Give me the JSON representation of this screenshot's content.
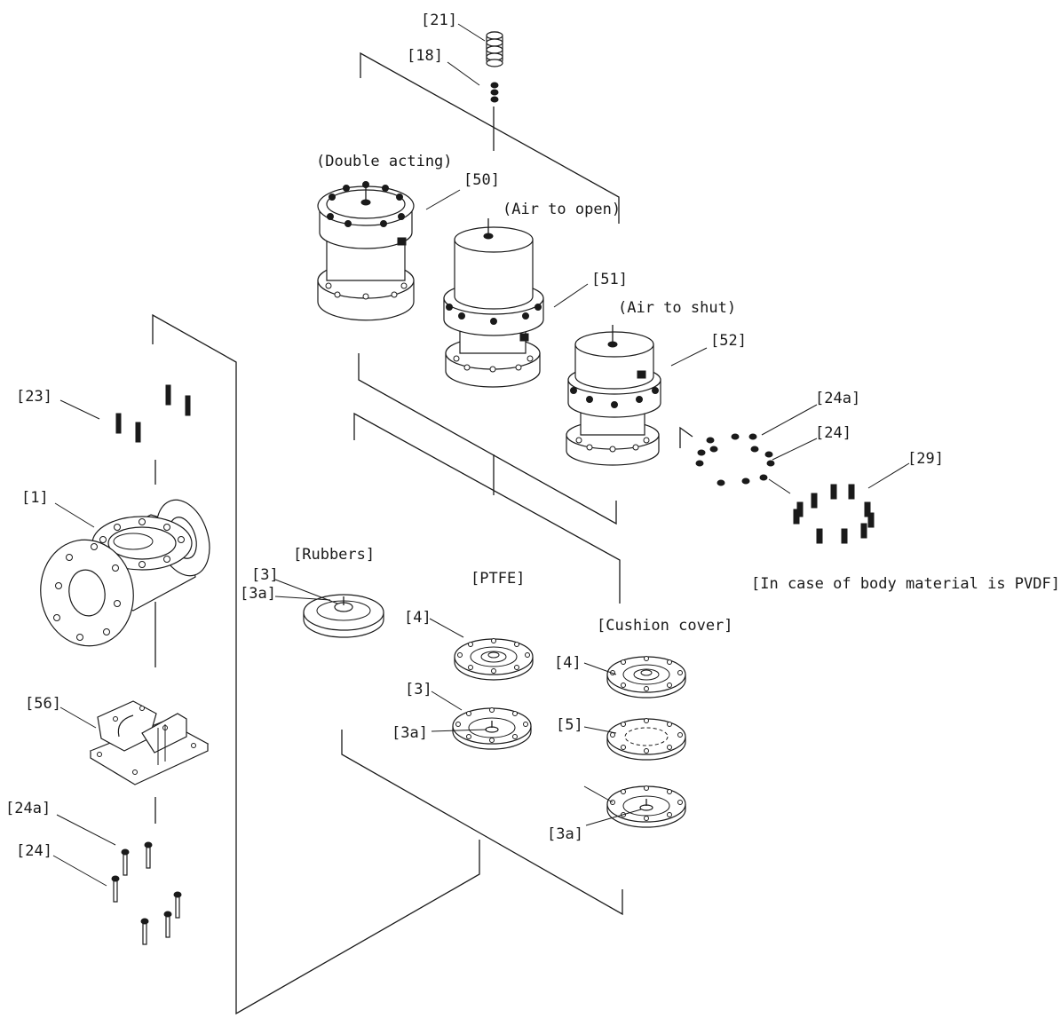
{
  "labels": {
    "p21": "[21]",
    "p18": "[18]",
    "double_acting": "(Double acting)",
    "p50": "[50]",
    "air_to_open": "(Air to open)",
    "p51": "[51]",
    "air_to_shut": "(Air to shut)",
    "p52": "[52]",
    "p23": "[23]",
    "p1": "[1]",
    "p56": "[56]",
    "p24a_left": "[24a]",
    "p24_left": "[24]",
    "rubbers": "[Rubbers]",
    "p3_rubbers": "[3]",
    "p3a_rubbers": "[3a]",
    "ptfe": "[PTFE]",
    "p4_ptfe": "[4]",
    "p3_ptfe": "[3]",
    "p3a_ptfe": "[3a]",
    "cushion_cover": "[Cushion cover]",
    "p4_cushion": "[4]",
    "p5_cushion": "[5]",
    "p3a_cushion": "[3a]",
    "p24a_right": "[24a]",
    "p24_right": "[24]",
    "p29": "[29]",
    "pvdf_note": "[In case of body material is PVDF]"
  }
}
